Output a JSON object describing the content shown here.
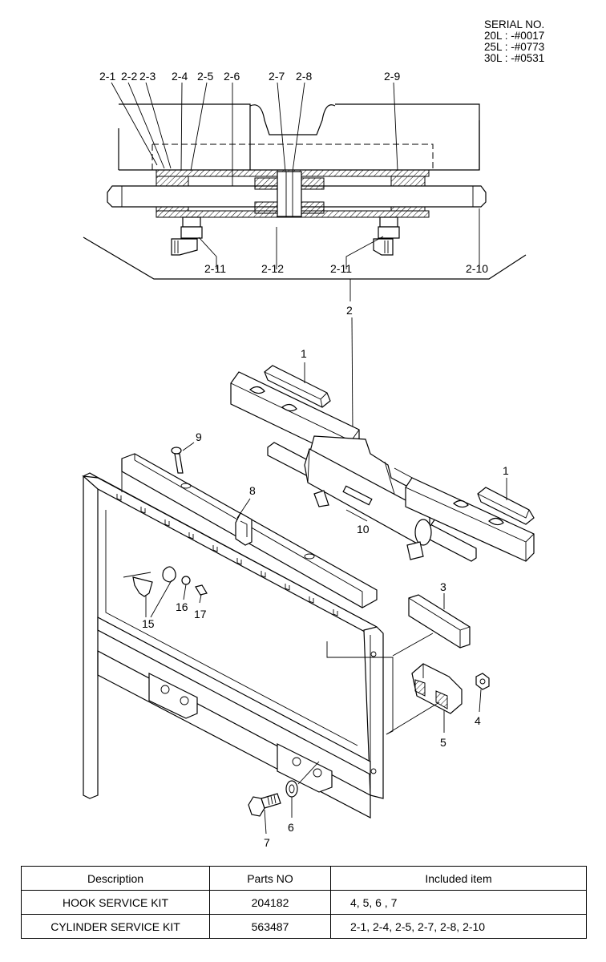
{
  "serial": {
    "heading": "SERIAL NO.",
    "lines": [
      "20L : -#0017",
      "25L : -#0773",
      "30L : -#0531"
    ]
  },
  "callouts": {
    "c2_1": "2-1",
    "c2_2": "2-2",
    "c2_3": "2-3",
    "c2_4": "2-4",
    "c2_5": "2-5",
    "c2_6": "2-6",
    "c2_7": "2-7",
    "c2_8": "2-8",
    "c2_9": "2-9",
    "c2_11a": "2-11",
    "c2_12": "2-12",
    "c2_11b": "2-11",
    "c2_10": "2-10",
    "c2": "2",
    "c1a": "1",
    "c1b": "1",
    "c9": "9",
    "c8": "8",
    "c10": "10",
    "c3": "3",
    "c16": "16",
    "c17": "17",
    "c15": "15",
    "c4": "4",
    "c5": "5",
    "c6": "6",
    "c7": "7"
  },
  "table": {
    "headers": [
      "Description",
      "Parts NO",
      "Included item"
    ],
    "rows": [
      [
        "HOOK SERVICE KIT",
        "204182",
        "4, 5, 6 , 7"
      ],
      [
        "CYLINDER SERVICE KIT",
        "563487",
        "2-1, 2-4, 2-5, 2-7, 2-8, 2-10"
      ]
    ]
  }
}
